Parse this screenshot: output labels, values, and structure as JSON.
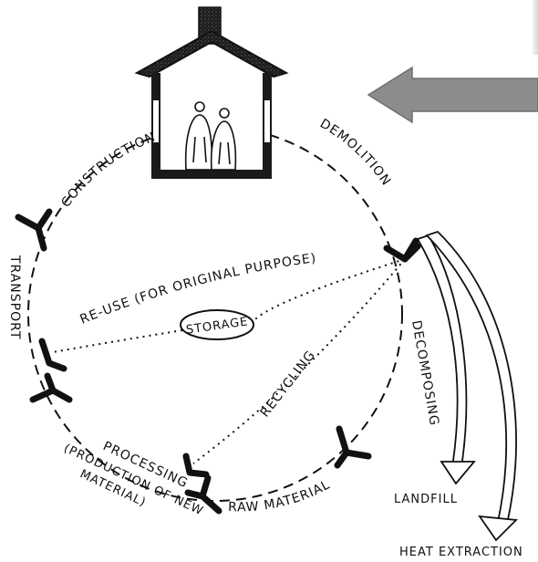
{
  "diagram": {
    "labels": {
      "construction": "CONSTRUCTION",
      "demolition": "DEMOLITION",
      "transport": "TRANSPORT",
      "reuse": "RE-USE (FOR ORIGINAL PURPOSE)",
      "storage": "STORAGE",
      "recycling": "RECYCLING",
      "decomposing": "DECOMPOSING",
      "processing": "PROCESSING",
      "production_line1": "(PRODUCTION OF NEW",
      "production_line2": "MATERIAL)",
      "raw_material": "RAW MATERIAL",
      "landfill": "LANDFILL",
      "heat_extraction": "HEAT EXTRACTION"
    },
    "colors": {
      "ink": "#111111",
      "arrow_fill": "#8c8c8c",
      "arrow_stroke": "#6e6e6e"
    }
  }
}
